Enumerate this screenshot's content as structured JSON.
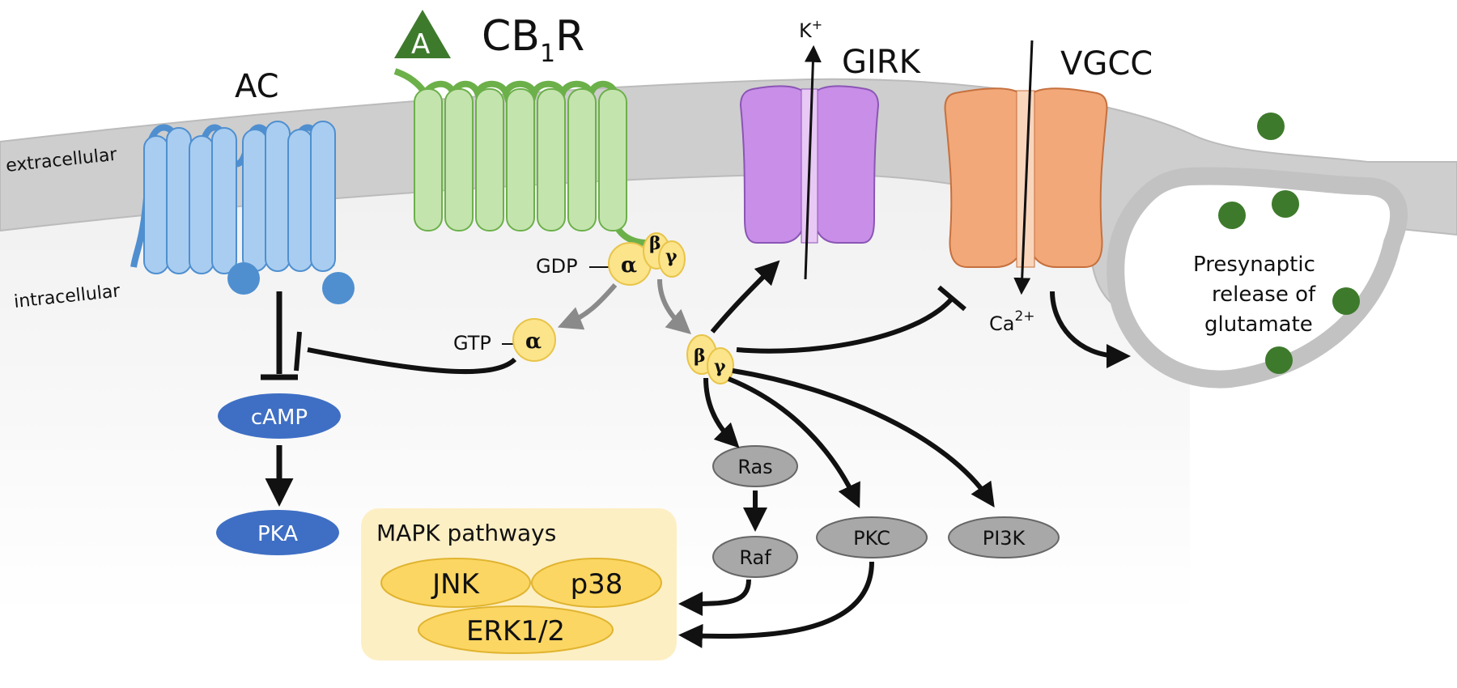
{
  "labels": {
    "ac": "AC",
    "cb1r_main": "CB",
    "cb1r_sub": "1",
    "cb1r_end": "R",
    "agonist": "A",
    "girk": "GIRK",
    "vgcc": "VGCC",
    "k_ion": "K",
    "k_charge": "+",
    "ca_ion": "Ca",
    "ca_charge": "2+",
    "extracellular": "extracellular",
    "intracellular": "intracellular",
    "gdp": "GDP",
    "gtp": "GTP",
    "alpha": "α",
    "beta": "β",
    "gamma": "γ",
    "presynaptic_1": "Presynaptic",
    "presynaptic_2": "release of",
    "presynaptic_3": "glutamate"
  },
  "nodes": {
    "camp": "cAMP",
    "pka": "PKA",
    "ras": "Ras",
    "raf": "Raf",
    "pkc": "PKC",
    "pi3k": "PI3K"
  },
  "mapk": {
    "title": "MAPK pathways",
    "jnk": "JNK",
    "p38": "p38",
    "erk": "ERK1/2"
  },
  "colors": {
    "ac": "#a9cdf0",
    "ac_stroke": "#4f8fd0",
    "cb1r": "#c4e4ae",
    "cb1r_stroke": "#6cb04a",
    "girk": "#c88ee8",
    "vgcc": "#f2a878",
    "gprotein": "#fbe48a",
    "camp_pka": "#3f6fc4",
    "kinase": "#a8a8a8",
    "mapk_box": "#fdefc4",
    "mapk_node": "#fcd662",
    "vesicle": "#3e7a2c",
    "membrane": "#cccccc"
  }
}
